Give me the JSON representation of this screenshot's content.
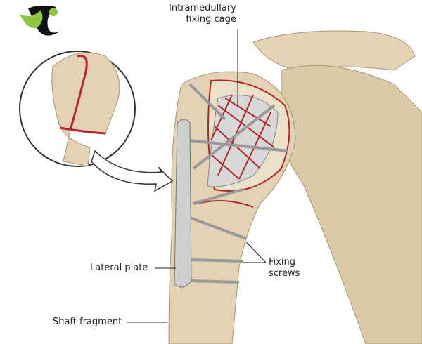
{
  "labels": {
    "cage_line1": "Intramedullary",
    "cage_line2": "fixing cage",
    "plate": "Lateral plate",
    "screws_line1": "Fixing",
    "screws_line2": "screws",
    "shaft": "Shaft fragment"
  },
  "colors": {
    "bone": "#e3d3b4",
    "bone_shadow": "#c9b48f",
    "fracture": "#b3262a",
    "metal": "#c8c8c8",
    "logo_green": "#8cc63f"
  }
}
